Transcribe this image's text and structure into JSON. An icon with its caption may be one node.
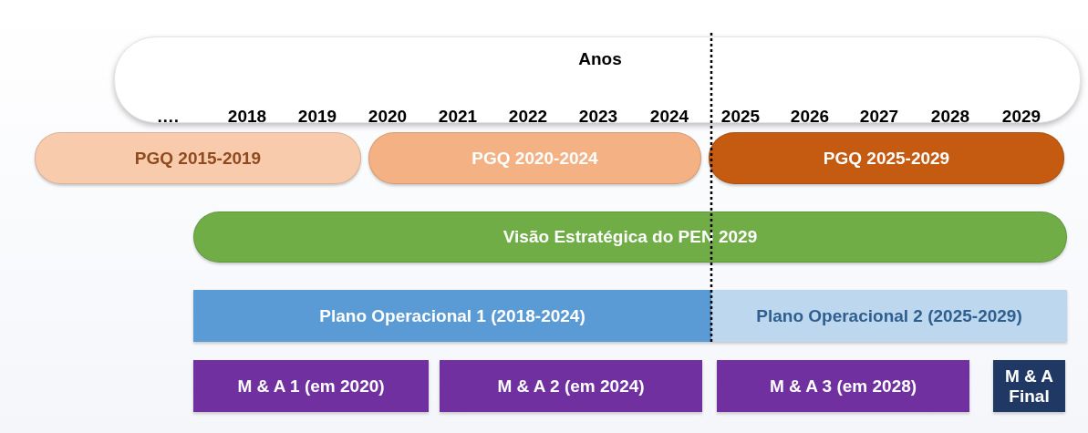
{
  "diagram": {
    "nodes": [
      {
        "text": [
          "Anos",
          "….",
          "2018",
          "2019",
          "2020",
          "2021",
          "2022",
          "2023",
          "2024",
          "2025",
          "2026",
          "2027",
          "2028",
          "2029"
        ]
      },
      {
        "text": [
          "PGQ 2015-2019"
        ]
      },
      {
        "text": [
          "PGQ 2020-2024"
        ]
      },
      {
        "text": [
          "PGQ 2025-2029"
        ]
      },
      {
        "text": [
          "Visão Estratégica do PEN 2029"
        ]
      },
      {
        "text": [
          "Plano Operacional 1 (2018-2024)"
        ]
      },
      {
        "text": [
          "Plano Operacional 2 (2025-2029)"
        ]
      },
      {
        "text": [
          "M & A 1 (em 2020)"
        ]
      },
      {
        "text": [
          "M & A 2 (em 2024)"
        ]
      },
      {
        "text": [
          "M & A 3 (em 2028)"
        ]
      },
      {
        "text": [
          "M & A Final"
        ]
      }
    ],
    "edges": []
  }
}
